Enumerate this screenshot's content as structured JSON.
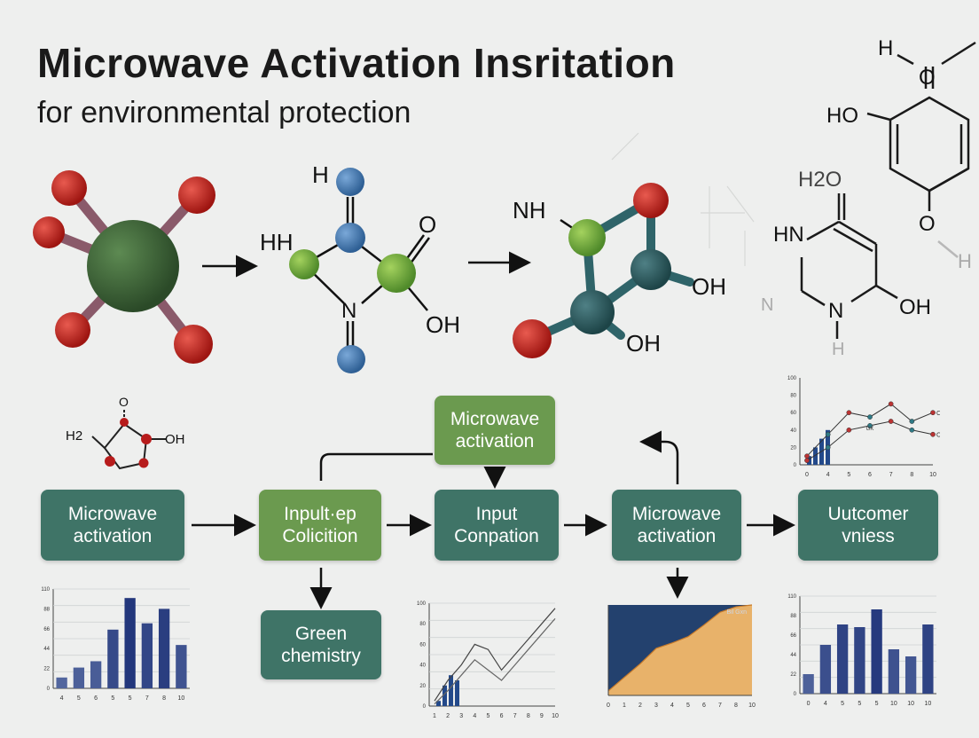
{
  "header": {
    "title": "Microwave Activation Insritation",
    "subtitle": "for environmental protection"
  },
  "molecule_labels": {
    "m2_h_top": "H",
    "m2_hh": "HH",
    "m2_o": "O",
    "m2_n": "N",
    "m2_oh": "OH",
    "m3_nh": "NH",
    "m3_oh_right": "OH",
    "m3_oh_bottom": "OH",
    "ring_h": "H",
    "ring_o": "O",
    "ring_ho": "HO",
    "ring_o_bottom": "O",
    "ring_h_right": "H",
    "py_h2o": "H2O",
    "py_hn": "HN",
    "py_n_left": "N",
    "py_n": "N",
    "py_oh": "OH",
    "py_h": "H",
    "small_o": "O",
    "small_h2": "H2",
    "small_oh": "OH"
  },
  "flow": {
    "box1": {
      "line1": "Microwave",
      "line2": "activation"
    },
    "box2": {
      "line1": "Inpult·ep",
      "line2": "Colicition"
    },
    "box3": {
      "line1": "Input",
      "line2": "Conpation"
    },
    "box4": {
      "line1": "Microwave",
      "line2": "activation"
    },
    "box5": {
      "line1": "Uutcomer",
      "line2": "vniess"
    },
    "top_box": {
      "line1": "Microwave",
      "line2": "activation"
    },
    "bottom_box": {
      "line1": "Green",
      "line2": "chemistry"
    }
  },
  "chart_data": [
    {
      "type": "bar",
      "categories": [
        "4",
        "5",
        "6",
        "5",
        "5",
        "7",
        "8",
        "10"
      ],
      "values": [
        12,
        23,
        30,
        65,
        100,
        72,
        88,
        48
      ],
      "ylim": [
        0,
        110
      ]
    },
    {
      "type": "line",
      "x": [
        1,
        2,
        3,
        4,
        5,
        6,
        7,
        8,
        9,
        10
      ],
      "series": [
        {
          "values": [
            5,
            25,
            40,
            60,
            55,
            35,
            50,
            65,
            80,
            95
          ]
        },
        {
          "values": [
            2,
            15,
            30,
            45,
            35,
            25,
            40,
            55,
            70,
            85
          ]
        }
      ],
      "bars": [
        5,
        20,
        30,
        25
      ],
      "ylim": [
        0,
        100
      ]
    },
    {
      "type": "area",
      "x": [
        0,
        1,
        2,
        3,
        4,
        5,
        6,
        7,
        8,
        10
      ],
      "values": [
        5,
        20,
        35,
        52,
        58,
        65,
        78,
        92,
        98,
        100
      ],
      "legend": "Bil Gxn",
      "ylim": [
        0,
        100
      ]
    },
    {
      "type": "bar",
      "categories": [
        "0",
        "4",
        "5",
        "5",
        "5",
        "10",
        "10",
        "10"
      ],
      "values": [
        22,
        55,
        78,
        75,
        95,
        50,
        42,
        78
      ],
      "ylim": [
        0,
        110
      ]
    },
    {
      "type": "line",
      "x": [
        0,
        4,
        5,
        6,
        7,
        8,
        10
      ],
      "series": [
        {
          "name": "COK",
          "values": [
            10,
            35,
            60,
            55,
            70,
            50,
            60
          ]
        },
        {
          "name": "OH",
          "values": [
            5,
            20,
            40,
            45,
            50,
            40,
            35
          ]
        }
      ],
      "bars": [
        10,
        20,
        30,
        40
      ],
      "legend_inline": [
        "GK"
      ],
      "ylim": [
        0,
        100
      ]
    }
  ]
}
